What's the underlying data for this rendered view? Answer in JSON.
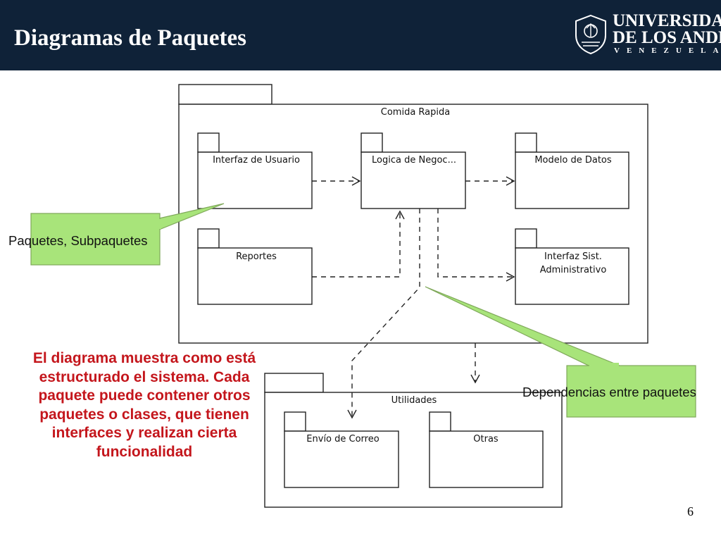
{
  "slide": {
    "title": "Diagramas de Paquetes",
    "page_number": "6"
  },
  "logo": {
    "line1": "UNIVERSIDAD",
    "line2": "DE LOS ANDES",
    "line3": "VENEZUELA"
  },
  "diagram": {
    "main_package": "Comida Rapida",
    "subpackages": {
      "interfaz_usuario": "Interfaz de Usuario",
      "logica_negocio": "Logica de Negoc...",
      "modelo_datos": "Modelo de Datos",
      "reportes": "Reportes",
      "interfaz_admin_line1": "Interfaz Sist.",
      "interfaz_admin_line2": "Administrativo"
    },
    "utilities_package": "Utilidades",
    "utilities_subpackages": {
      "envio_correo": "Envío de Correo",
      "otras": "Otras"
    }
  },
  "callouts": {
    "packages": "Paquetes, Subpaquetes",
    "dependencies": "Dependencias entre paquetes"
  },
  "description": "El diagrama muestra como está estructurado el sistema. Cada paquete puede contener otros paquetes o clases, que tienen interfaces y realizan cierta funcionalidad",
  "colors": {
    "header_bg": "#0f2238",
    "callout_fill": "#a8e47a",
    "description_text": "#c4161c"
  }
}
